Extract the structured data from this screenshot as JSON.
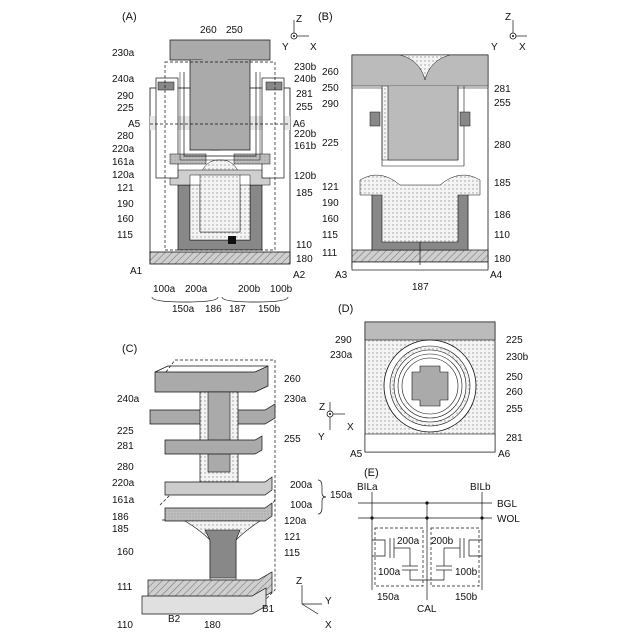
{
  "panels": {
    "A": {
      "title": "(A)",
      "axis": {
        "z": "Z",
        "y": "Y",
        "x": "X"
      },
      "left_labels": [
        "230a",
        "240a",
        "290",
        "225",
        "A5",
        "280",
        "220a",
        "161a",
        "120a",
        "121",
        "190",
        "160",
        "115",
        "A1"
      ],
      "right_labels": [
        "230b",
        "240b",
        "281",
        "255",
        "A6",
        "220b",
        "161b",
        "120b",
        "185",
        "110",
        "180",
        "A2"
      ],
      "top_labels": [
        "260",
        "250"
      ],
      "bottom_labels": [
        "100a",
        "200a",
        "200b",
        "100b",
        "150a",
        "186",
        "187",
        "150b"
      ]
    },
    "B": {
      "title": "(B)",
      "axis": {
        "z": "Z",
        "y": "Y",
        "x": "X"
      },
      "left_labels": [
        "260",
        "250",
        "290",
        "225",
        "121",
        "190",
        "160",
        "115",
        "111",
        "A3"
      ],
      "right_labels": [
        "281",
        "255",
        "280",
        "185",
        "186",
        "110",
        "180",
        "A4"
      ],
      "bottom_labels": [
        "187"
      ]
    },
    "C": {
      "title": "(C)",
      "labels": [
        "260",
        "240a",
        "230a",
        "225",
        "255",
        "281",
        "280",
        "200a",
        "220a",
        "161a",
        "150a",
        "100a",
        "186",
        "185",
        "120a",
        "121",
        "160",
        "115",
        "111",
        "110",
        "B2",
        "180",
        "B1"
      ],
      "axis": {
        "z": "Z",
        "y": "Y",
        "x": "X"
      }
    },
    "D": {
      "title": "(D)",
      "labels": [
        "290",
        "225",
        "230a",
        "230b",
        "250",
        "260",
        "255",
        "281",
        "A5",
        "A6"
      ],
      "axis": {
        "z": "Z",
        "y": "Y",
        "x": "X"
      }
    },
    "E": {
      "title": "(E)",
      "labels": [
        "BILa",
        "BILb",
        "BGL",
        "WOL",
        "200a",
        "200b",
        "100a",
        "100b",
        "150a",
        "150b",
        "CAL"
      ]
    }
  },
  "colors": {
    "stroke": "#111111",
    "hatch": "#8a8a8a",
    "dark": "#777777",
    "grey": "#b5b5b5",
    "light": "#e2e2e2",
    "dot": "#cfcfcf"
  }
}
